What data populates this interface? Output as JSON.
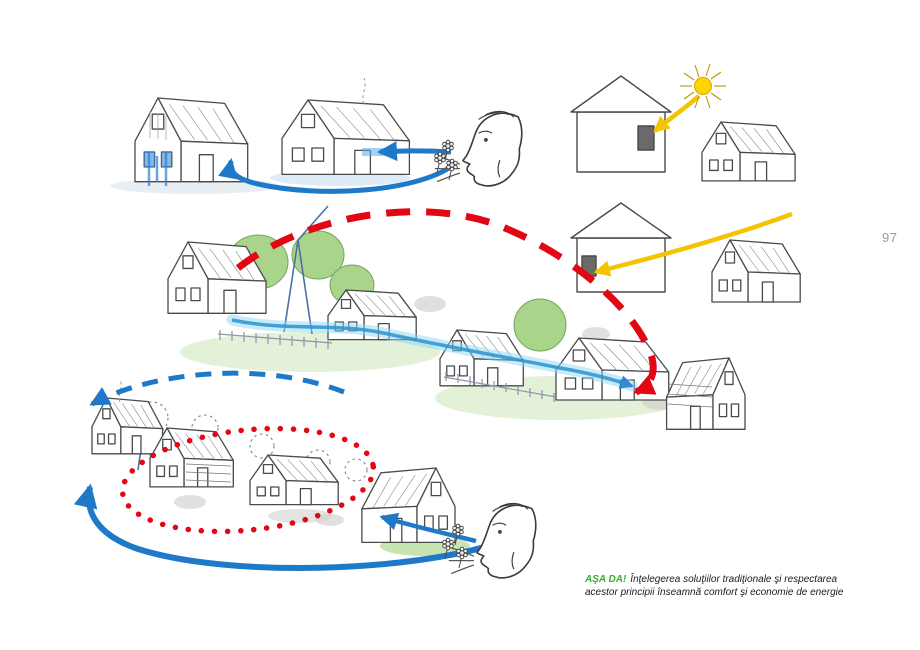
{
  "page": {
    "number": "97",
    "background": "#ffffff"
  },
  "caption": {
    "highlight": "AŞA DA!",
    "line1": "Înţelegerea  soluţiilor tradiţionale şi respectarea",
    "line2": "acestor principii înseamnă comfort şi economie de energie"
  },
  "colors": {
    "airflow_blue": "#1e7ac9",
    "overheat_red": "#e30613",
    "sunlight_yellow": "#f5c400",
    "vegetation_green": "#9ecf7a",
    "caption_green": "#3aaa35",
    "sketch_ink": "#4a4a4a",
    "page_number_gray": "#9a9a9a"
  },
  "icons": {
    "sun": "sun-icon",
    "wind_face": "face-blowing-wind-icon",
    "airflow_arrow": "blue-airflow-arrow",
    "heat_flow_arrow": "red-dashed-arrow",
    "protected_zone": "red-dotted-ellipse",
    "sunlight_arrow": "yellow-sun-arrow",
    "house": "traditional-house-sketch",
    "tree": "tree-blob",
    "flower": "dandelion-flower"
  }
}
